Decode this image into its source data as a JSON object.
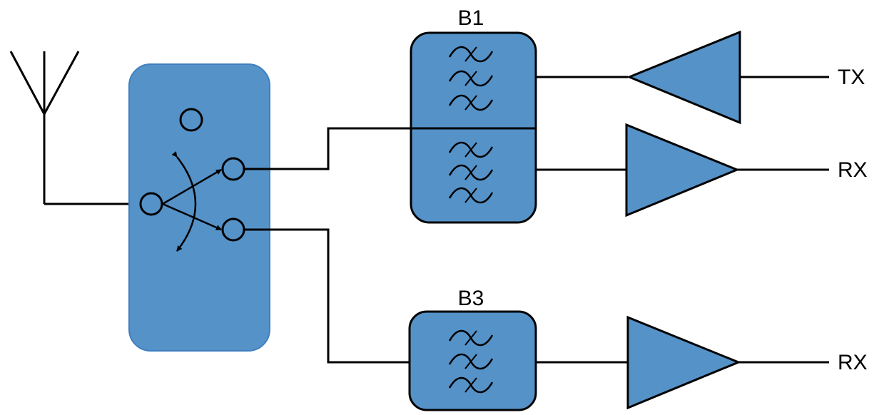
{
  "diagram": {
    "colors": {
      "block_fill": "#5592C8",
      "switch_fill": "#5592C8",
      "stroke": "#000000",
      "background": "#FFFFFF"
    },
    "filter_banks": [
      {
        "label": "B1",
        "sections": 2,
        "icon": "bandpass-filter-icon"
      },
      {
        "label": "B3",
        "sections": 1,
        "icon": "bandpass-filter-icon"
      }
    ],
    "ports": {
      "tx": "TX",
      "rx_b1": "RX",
      "rx_b3": "RX"
    },
    "components": {
      "antenna": "antenna-icon",
      "switch": "rf-switch",
      "tx_amplifier": "amplifier-icon",
      "rx_amplifier_b1": "amplifier-icon",
      "rx_amplifier_b3": "amplifier-icon"
    }
  }
}
